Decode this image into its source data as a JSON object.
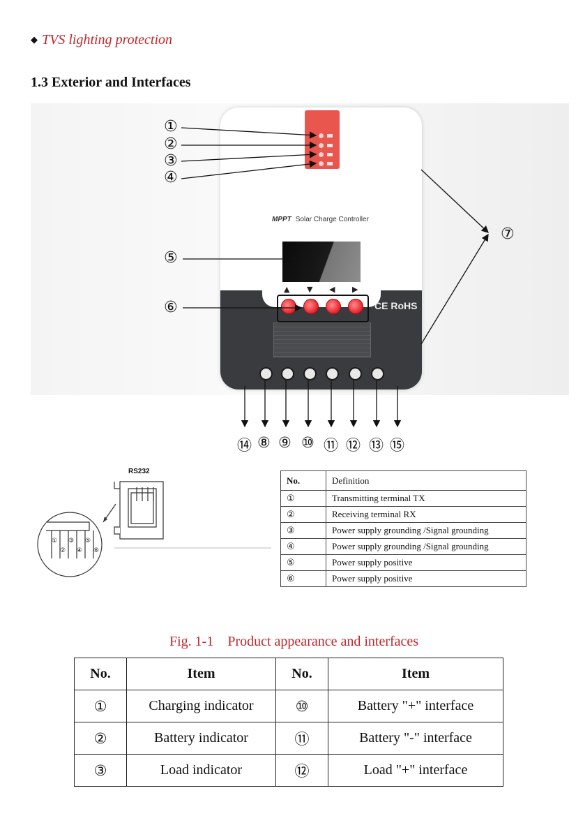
{
  "bullet": {
    "symbol": "◆",
    "text": "TVS lighting protection"
  },
  "section": {
    "title": "1.3 Exterior and Interfaces"
  },
  "device": {
    "model_brand": "MPPT",
    "model_text": "Solar Charge Controller",
    "button_arrows": [
      "▲",
      "▼",
      "◀",
      "▶"
    ],
    "cert_text": "CE RoHS"
  },
  "callouts": {
    "c1": "①",
    "c2": "②",
    "c3": "③",
    "c4": "④",
    "c5": "⑤",
    "c6": "⑥",
    "c7": "⑦",
    "c14": "⑭",
    "c8": "⑧",
    "c9": "⑨",
    "c10": "⑩",
    "c11": "⑪",
    "c12": "⑫",
    "c13": "⑬",
    "c15": "⑮"
  },
  "rs232": {
    "label": "RS232",
    "pins_top": [
      "①",
      "③",
      "⑤"
    ],
    "pins_bottom": [
      "②",
      "④",
      "⑥"
    ]
  },
  "definition_table": {
    "headers": [
      "No.",
      "Definition"
    ],
    "rows": [
      {
        "no": "①",
        "def": "Transmitting terminal TX"
      },
      {
        "no": "②",
        "def": "Receiving terminal RX"
      },
      {
        "no": "③",
        "def": "Power supply grounding /Signal grounding"
      },
      {
        "no": "④",
        "def": "Power supply grounding /Signal grounding"
      },
      {
        "no": "⑤",
        "def": "Power supply positive"
      },
      {
        "no": "⑥",
        "def": "Power supply positive"
      }
    ]
  },
  "caption": "Fig. 1-1    Product appearance and interfaces",
  "items_table": {
    "headers": [
      "No.",
      "Item",
      "No.",
      "Item"
    ],
    "rows": [
      {
        "no1": "①",
        "item1": "Charging indicator",
        "no2": "⑩",
        "item2": "Battery \"+\" interface"
      },
      {
        "no1": "②",
        "item1": "Battery indicator",
        "no2": "⑪",
        "item2": "Battery \"-\" interface"
      },
      {
        "no1": "③",
        "item1": "Load indicator",
        "no2": "⑫",
        "item2": "Load \"+\" interface"
      }
    ]
  }
}
